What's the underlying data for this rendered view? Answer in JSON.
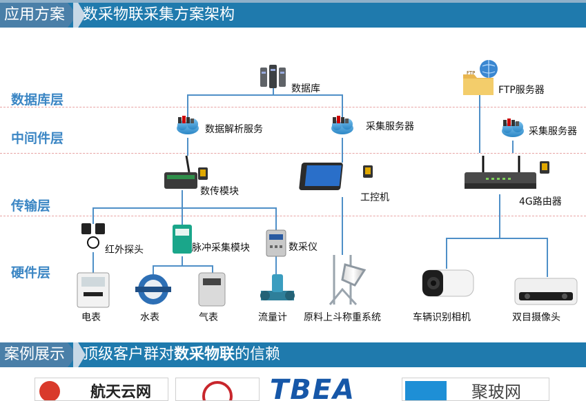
{
  "header": {
    "tag": "应用方案",
    "title": "数采物联采集方案架构"
  },
  "layers": {
    "db": "数据库层",
    "middle": "中间件层",
    "transport": "传输层",
    "hardware": "硬件层"
  },
  "nodes": {
    "database": "数据库",
    "ftp": "FTP服务器",
    "parse": "数据解析服务",
    "collect_server_1": "采集服务器",
    "collect_server_2": "采集服务器",
    "dtu": "数传模块",
    "ipc": "工控机",
    "router": "4G路由器",
    "infrared": "红外探头",
    "pulse": "脉冲采集模块",
    "daq": "数采仪",
    "meter_elec": "电表",
    "meter_water": "水表",
    "meter_gas": "气表",
    "flowmeter": "流量计",
    "hopper": "原料上斗称重系统",
    "lpr_camera": "车辆识别相机",
    "binocular": "双目摄像头"
  },
  "case_bar": {
    "tag": "案例展示",
    "title_pre": "顶级客户群对",
    "title_bold": "数采物联",
    "title_post": "的信赖"
  },
  "logos": {
    "l1": "航天云网",
    "l3": "TBEA",
    "l4": "聚玻网"
  },
  "colors": {
    "bar": "#1f7aad",
    "layer_text": "#3b86c4",
    "line": "#4e8fc7",
    "dash": "#e7a2a2"
  }
}
